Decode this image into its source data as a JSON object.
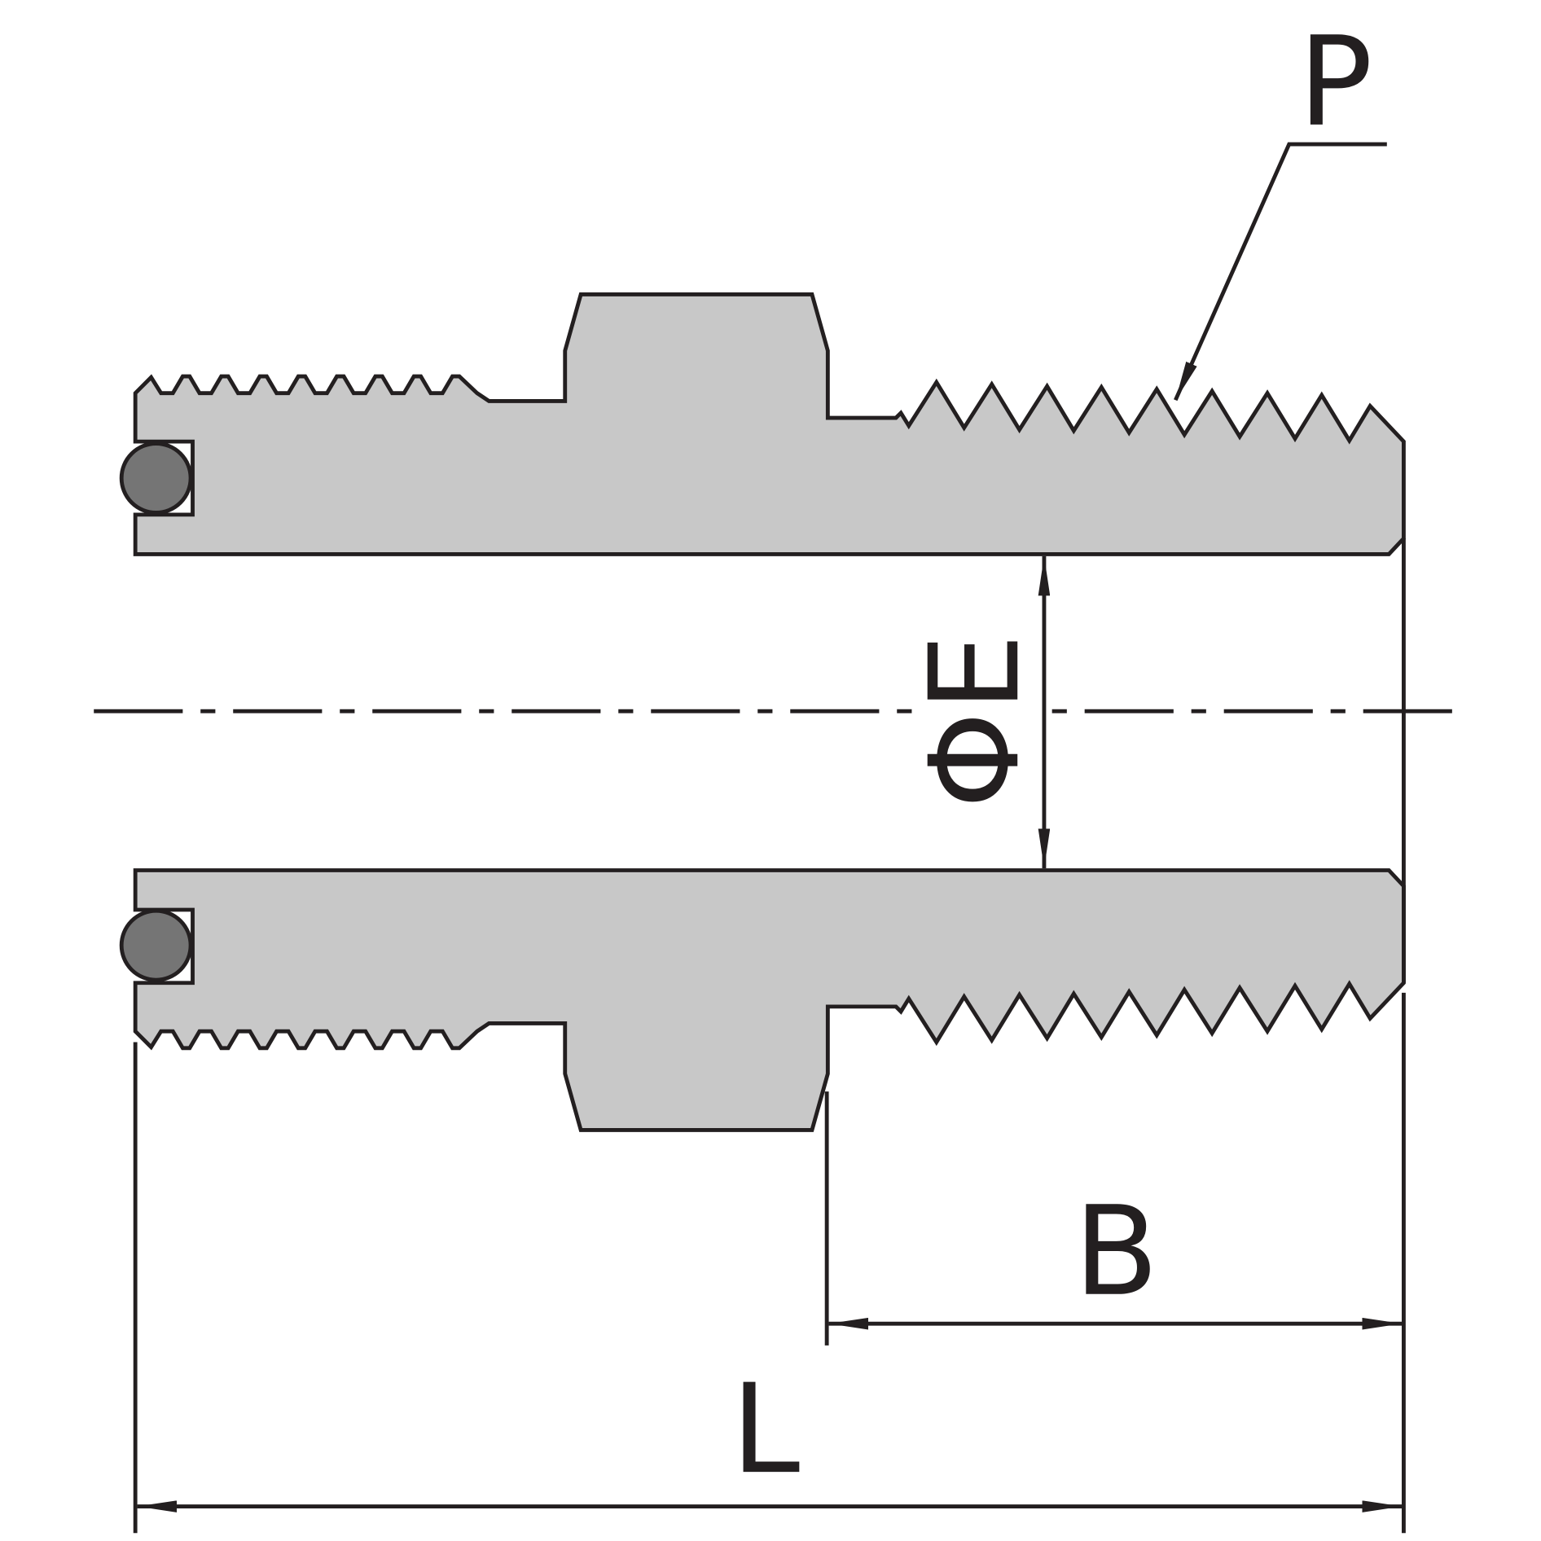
{
  "labels": {
    "thread": "P",
    "bore": "ΦE",
    "thread_length": "B",
    "overall_length": "L"
  },
  "colors": {
    "body": "#c8c8c8",
    "oring": "#757575",
    "line": "#231f20"
  }
}
